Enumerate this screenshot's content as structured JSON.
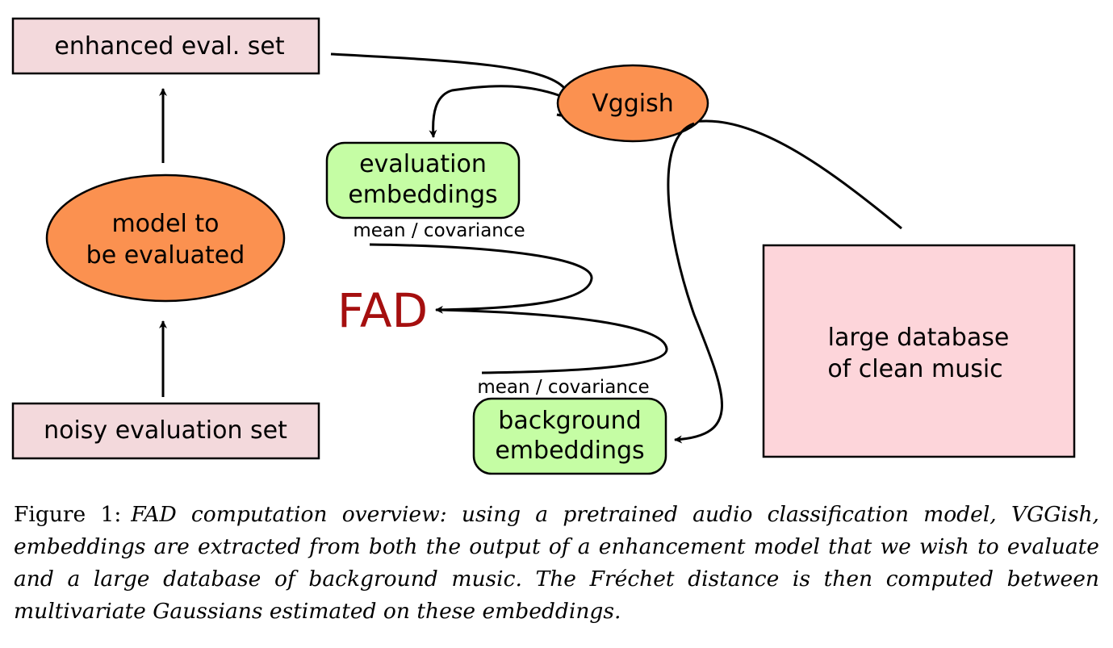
{
  "nodes": {
    "enhanced_eval_set": "enhanced eval. set",
    "noisy_eval_set": "noisy evaluation set",
    "model_line1": "model to",
    "model_line2": "be evaluated",
    "vggish": "Vggish",
    "eval_emb_line1": "evaluation",
    "eval_emb_line2": "embeddings",
    "bg_emb_line1": "background",
    "bg_emb_line2": "embeddings",
    "db_line1": "large database",
    "db_line2": "of clean music",
    "fad": "FAD"
  },
  "edge_labels": {
    "eval_stats": "mean / covariance",
    "bg_stats": "mean / covariance"
  },
  "colors": {
    "ellipse_fill": "#fb9150",
    "box_fill": "#f3d9dc",
    "db_fill": "#fdd5da",
    "embedding_fill": "#c5fda4",
    "fad_color": "#a50f0f"
  },
  "caption": {
    "label": "Figure 1:",
    "text": "FAD computation overview: using a pretrained audio classification model, VGGish, embeddings are extracted from both the output of a enhancement model that we wish to evaluate and a large database of background music. The Fréchet distance is then computed between multivariate Gaussians estimated on these embeddings."
  }
}
